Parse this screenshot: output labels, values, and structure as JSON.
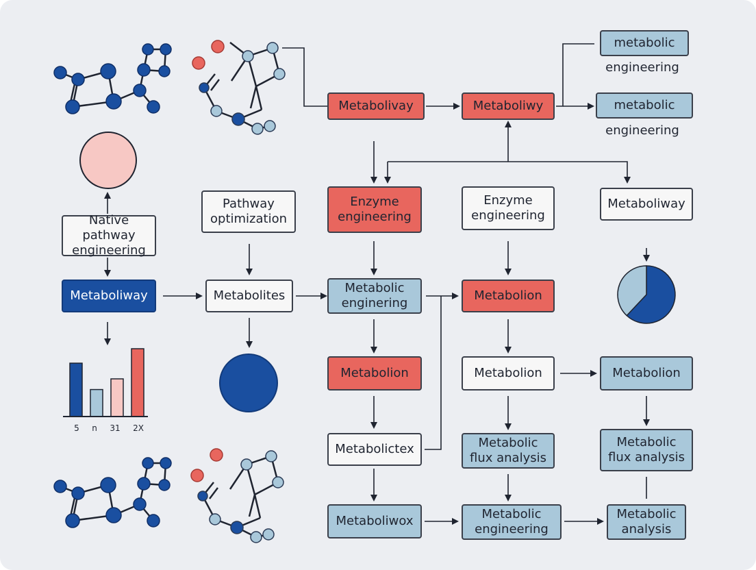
{
  "nodes": {
    "metabolivay_top": "Metabolivay",
    "metaboliwy_top": "Metaboliwy",
    "metabolic_1": "metabolic",
    "engineering_1": "engineering",
    "metabolic_2": "metabolic",
    "engineering_2": "engineering",
    "native_pathway": "Native pathway engineering",
    "pathway_optimization": "Pathway optimization",
    "enzyme_engineering_red": "Enzyme engineering",
    "enzyme_engineering_white": "Enzyme engineering",
    "metaboliway_right": "Metaboliway",
    "metaboliway_navy": "Metaboliway",
    "metabolites": "Metabolites",
    "metabolic_enginering": "Metabolic enginering",
    "metabolion_red_mid": "Metabolion",
    "metabolion_red_low": "Metabolion",
    "metabolion_white": "Metabolion",
    "metabolion_blue": "Metabolion",
    "metabolictex": "Metabolictex",
    "metabolic_flux_1": "Metabolic flux analysis",
    "metabolic_flux_2": "Metabolic flux analysis",
    "metaboliwox": "Metaboliwox",
    "metabolic_engineering_bottom": "Metabolic engineering",
    "metabolic_analysis": "Metabolic analysis"
  },
  "colors": {
    "red": "#e8665e",
    "light_blue": "#a9c8da",
    "navy": "#1a4fa0",
    "pink": "#f7c8c4",
    "white": "#f7f7f7"
  },
  "chart_data": {
    "type": "bar",
    "categories": [
      "5",
      "n",
      "31",
      "2X"
    ],
    "values": [
      85,
      43,
      60,
      108
    ],
    "colors": [
      "#1a4fa0",
      "#a9c8da",
      "#f7c8c4",
      "#e8665e"
    ],
    "ylim": [
      0,
      120
    ]
  },
  "pie": {
    "slices": [
      {
        "value": 62,
        "color": "#1a4fa0"
      },
      {
        "value": 38,
        "color": "#a9c8da"
      }
    ]
  }
}
